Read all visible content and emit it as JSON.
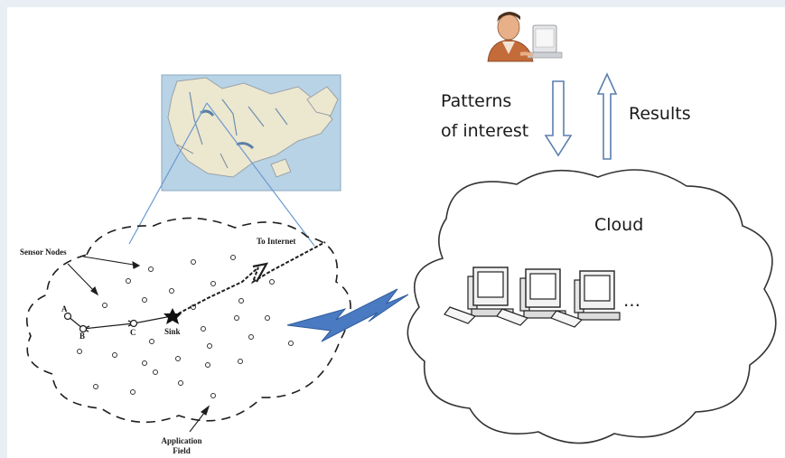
{
  "labels": {
    "patterns": "Patterns",
    "of_interest": "of interest",
    "results": "Results",
    "cloud": "Cloud",
    "ellipsis": "…",
    "sensor_nodes": "Sensor Nodes",
    "to_internet": "To Internet",
    "sink": "Sink",
    "node_a": "A",
    "node_b": "B",
    "node_c": "C",
    "application": "Application",
    "field": "Field"
  },
  "colors": {
    "background": "#e9eef4",
    "panel": "#ffffff",
    "map_water": "#b8d3e6",
    "map_land": "#ece7cf",
    "lightning": "#4a7ac1",
    "projection_line": "#6a9ad0",
    "outline": "#555555"
  },
  "icons": [
    "user-at-computer-icon",
    "arrow-down-icon",
    "arrow-up-icon",
    "computer-icon",
    "lightning-bolt-icon",
    "map-image",
    "sink-star-icon"
  ]
}
